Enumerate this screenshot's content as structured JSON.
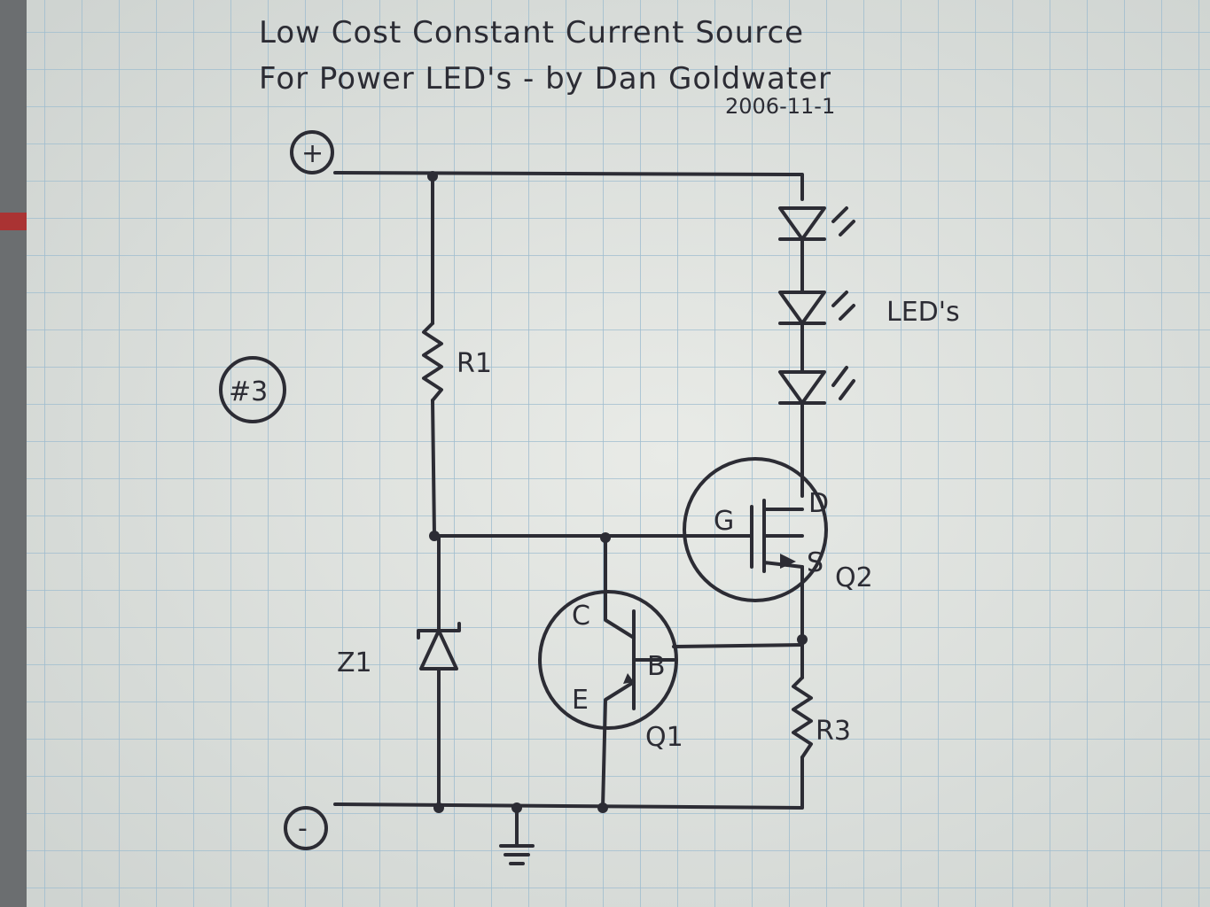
{
  "title": {
    "line1": "Low Cost Constant Current Source",
    "line2": "For Power LED's - by Dan Goldwater",
    "date": "2006-11-1"
  },
  "terminals": {
    "positive": "+",
    "negative": "-"
  },
  "circuit_number": "#3",
  "components": {
    "r1": "R1",
    "r3": "R3",
    "z1": "Z1",
    "q1": "Q1",
    "q2": "Q2",
    "leds": "LED's",
    "q1_pins": {
      "c": "C",
      "b": "B",
      "e": "E"
    },
    "q2_pins": {
      "g": "G",
      "d": "D",
      "s": "S"
    }
  },
  "colors": {
    "paper": "#e4e7e3",
    "grid": "#9fbdcf",
    "ink": "#2c2c34"
  }
}
